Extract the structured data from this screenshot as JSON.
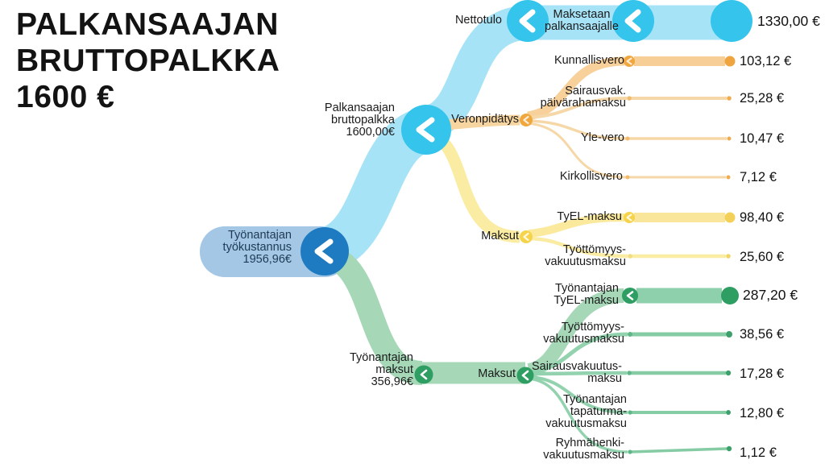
{
  "title": "PALKANSAAJAN\nBRUTTOPALKKA\n1600 €",
  "nodes": {
    "employer_cost": {
      "label": "Työnantajan\ntyökustannus\n1956,96€"
    },
    "gross_pay": {
      "label": "Palkansaajan\nbruttopalkka\n1600,00€"
    },
    "net_income_flow": {
      "label": "Nettotulo"
    },
    "paid_to_employee": {
      "label": "Maksetaan\npalkansaajalle",
      "value": "1330,00 €"
    },
    "withholding": {
      "label": "Veronpidätys"
    },
    "employee_contributions": {
      "label": "Maksut"
    },
    "employer_contributions": {
      "label": "Työnantajan\nmaksut\n356,96€"
    },
    "employer_contributions_hub": {
      "label": "Maksut"
    }
  },
  "withholding_items": [
    {
      "label": "Kunnallisvero",
      "value": "103,12 €"
    },
    {
      "label": "Sairausvak.\npäivärahamaksu",
      "value": "25,28 €"
    },
    {
      "label": "Yle-vero",
      "value": "10,47 €"
    },
    {
      "label": "Kirkollisvero",
      "value": "7,12 €"
    }
  ],
  "employee_items": [
    {
      "label": "TyEL-maksu",
      "value": "98,40 €"
    },
    {
      "label": "Työttömyys-\nvakuutusmaksu",
      "value": "25,60 €"
    }
  ],
  "employer_items": [
    {
      "label": "Työnantajan\nTyEL-maksu",
      "value": "287,20 €"
    },
    {
      "label": "Työttömyys-\nvakuutusmaksu",
      "value": "38,56 €"
    },
    {
      "label": "Sairausvakuutus-\nmaksu",
      "value": "17,28 €"
    },
    {
      "label": "Työnantajan\ntapaturma-\nvakuutusmaksu",
      "value": "12,80 €"
    },
    {
      "label": "Ryhmähenki-\nvakuutusmaksu",
      "value": "1,12 €"
    }
  ],
  "colors": {
    "band_blue": "#A7E3F7",
    "node_cyan": "#35C4EB",
    "pill_fill": "#A3C7E5",
    "pill_circle": "#1F7BC1",
    "orange_band": "#F7D29C",
    "orange_node": "#F0A73E",
    "yellow_band": "#FBECA3",
    "yellow_node": "#F5D44C",
    "green_band": "#A6D8B8",
    "green_node": "#2F9E63",
    "text": "#1A1A1A"
  },
  "chart_data": {
    "type": "sankey",
    "title": "Palkansaajan bruttopalkka 1600 €",
    "unit": "€",
    "legend_position": "none",
    "links": [
      {
        "source": "Työnantajan työkustannus 1956,96€",
        "target": "Palkansaajan bruttopalkka",
        "value": 1600.0
      },
      {
        "source": "Työnantajan työkustannus 1956,96€",
        "target": "Työnantajan maksut",
        "value": 356.96
      },
      {
        "source": "Palkansaajan bruttopalkka",
        "target": "Maksetaan palkansaajalle",
        "value": 1330.0,
        "flow_label": "Nettotulo"
      },
      {
        "source": "Palkansaajan bruttopalkka",
        "target": "Veronpidätys",
        "value": 145.99
      },
      {
        "source": "Palkansaajan bruttopalkka",
        "target": "Maksut (palkansaajan)",
        "value": 124.0
      },
      {
        "source": "Veronpidätys",
        "target": "Kunnallisvero",
        "value": 103.12
      },
      {
        "source": "Veronpidätys",
        "target": "Sairausvak. päivärahamaksu",
        "value": 25.28
      },
      {
        "source": "Veronpidätys",
        "target": "Yle-vero",
        "value": 10.47
      },
      {
        "source": "Veronpidätys",
        "target": "Kirkollisvero",
        "value": 7.12
      },
      {
        "source": "Maksut (palkansaajan)",
        "target": "TyEL-maksu",
        "value": 98.4
      },
      {
        "source": "Maksut (palkansaajan)",
        "target": "Työttömyysvakuutusmaksu (palkansaaja)",
        "value": 25.6
      },
      {
        "source": "Työnantajan maksut",
        "target": "Maksut (työnantajan)",
        "value": 356.96
      },
      {
        "source": "Maksut (työnantajan)",
        "target": "Työnantajan TyEL-maksu",
        "value": 287.2
      },
      {
        "source": "Maksut (työnantajan)",
        "target": "Työttömyysvakuutusmaksu (työnantaja)",
        "value": 38.56
      },
      {
        "source": "Maksut (työnantajan)",
        "target": "Sairausvakuutusmaksu",
        "value": 17.28
      },
      {
        "source": "Maksut (työnantajan)",
        "target": "Työnantajan tapaturmavakuutusmaksu",
        "value": 12.8
      },
      {
        "source": "Maksut (työnantajan)",
        "target": "Ryhmähenkivakuutusmaksu",
        "value": 1.12
      }
    ]
  }
}
